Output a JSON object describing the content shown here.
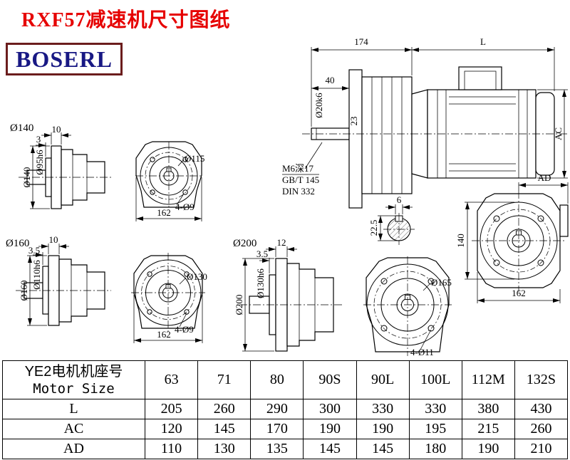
{
  "page": {
    "title": "RXF57减速机尺寸图纸",
    "logo_text": "BOSERL",
    "colors": {
      "title_red": "#e60000",
      "logo_blue": "#181884",
      "logo_border": "#6b1d1d",
      "line": "#000000"
    }
  },
  "main_view": {
    "dim_gear_length": "174",
    "dim_motor_length": "L",
    "dim_shaft_length": "40",
    "shaft_diameter": "Ø20k6",
    "dim_shaft_offset": "23",
    "dim_motor_height": "AC",
    "center_hole_note_line1": "M6深17",
    "center_hole_note_line2": "GB/T 145",
    "center_hole_note_line3": "DIN 332",
    "key_section": {
      "key_width": "6",
      "key_height": "22.5"
    },
    "rear_view": {
      "dim_ad": "AD",
      "dim_height": "140",
      "dim_width": "162"
    }
  },
  "flange_views": [
    {
      "size_label": "Ø140",
      "flange_thickness": "10",
      "pilot_depth": "3",
      "outer_diameter": "Ø140",
      "pilot_diameter": "Ø95h6",
      "bolt_circle": "Ø115",
      "bolt_holes": "4-Ø9",
      "housing_width": "162"
    },
    {
      "size_label": "Ø160",
      "flange_thickness": "10",
      "pilot_depth": "3.5",
      "outer_diameter": "Ø160",
      "pilot_diameter": "Ø110h6",
      "bolt_circle": "Ø130",
      "bolt_holes": "4-Ø9",
      "housing_width": "162"
    },
    {
      "size_label": "Ø200",
      "flange_thickness": "12",
      "pilot_depth": "3.5",
      "outer_diameter": "Ø200",
      "pilot_diameter": "Ø130h6",
      "bolt_circle": "Ø165",
      "bolt_holes": "4-Ø11"
    }
  ],
  "table": {
    "header": {
      "line1": "YE2电机机座号",
      "line2": "Motor Size"
    },
    "motor_sizes": [
      "63",
      "71",
      "80",
      "90S",
      "90L",
      "100L",
      "112M",
      "132S"
    ],
    "rows": [
      {
        "label": "L",
        "values": [
          "205",
          "260",
          "290",
          "300",
          "330",
          "330",
          "380",
          "430"
        ]
      },
      {
        "label": "AC",
        "values": [
          "120",
          "145",
          "170",
          "190",
          "190",
          "195",
          "215",
          "260"
        ]
      },
      {
        "label": "AD",
        "values": [
          "110",
          "130",
          "135",
          "145",
          "145",
          "180",
          "190",
          "210"
        ]
      }
    ]
  }
}
